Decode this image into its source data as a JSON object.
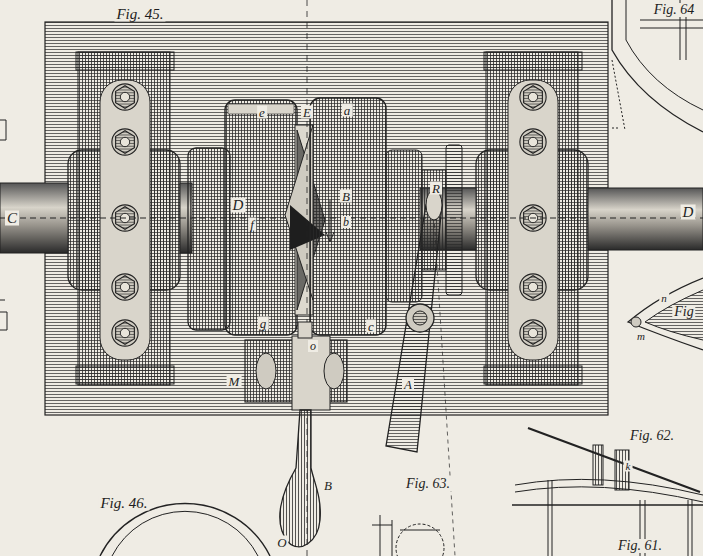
{
  "diagram": {
    "labels": [
      "Fig. 45.",
      "Fig. 64",
      "C",
      "D",
      "e",
      "E",
      "a",
      "B",
      "D",
      "f",
      "b",
      "R",
      "g",
      "c",
      "o",
      "M",
      "A",
      "B",
      "O",
      "Fig. 46.",
      "Fig. 63.",
      "Fig. 62.",
      "Fig. 61.",
      "Fig",
      "n",
      "m",
      "k"
    ]
  }
}
